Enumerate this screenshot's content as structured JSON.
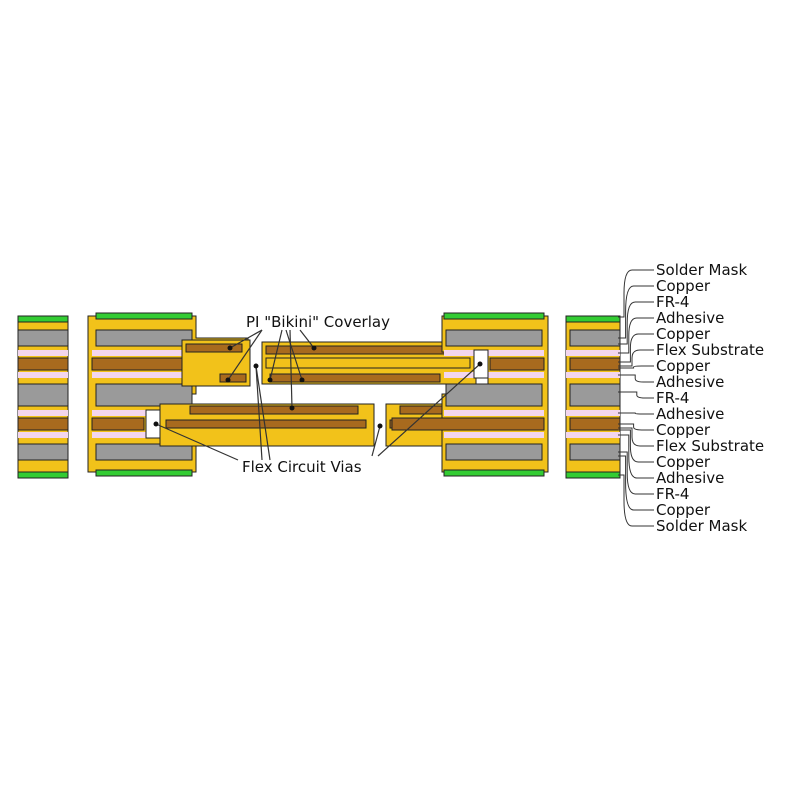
{
  "colors": {
    "solder_mask": "#33cc33",
    "fr4": "#f2c21a",
    "copper_grey": "#9a9a9a",
    "trace_brown": "#a86a1e",
    "adhesive": "#f3d6ee",
    "outline": "#222222",
    "leader": "#333333"
  },
  "callouts": {
    "coverlay": "PI \"Bikini\" Coverlay",
    "vias": "Flex Circuit Vias"
  },
  "stackup_labels": [
    "Solder Mask",
    "Copper",
    "FR-4",
    "Adhesive",
    "Copper",
    "Flex Substrate",
    "Copper",
    "Adhesive",
    "FR-4",
    "Adhesive",
    "Copper",
    "Flex Substrate",
    "Copper",
    "Adhesive",
    "FR-4",
    "Copper",
    "Solder Mask"
  ]
}
